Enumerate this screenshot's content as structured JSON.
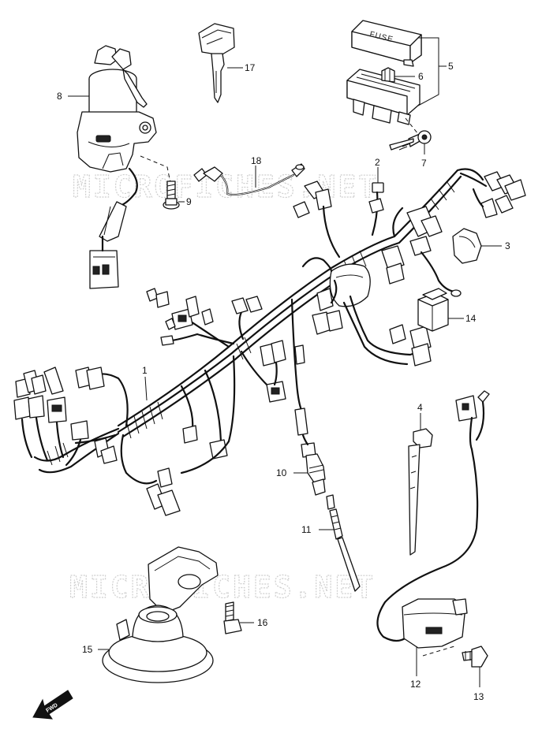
{
  "watermark_text": "MICROFICHES.NET",
  "fuse_text": "FUSE",
  "fwd_text": "FWD",
  "parts": [
    {
      "id": "ref-1",
      "label": "1"
    },
    {
      "id": "ref-2",
      "label": "2"
    },
    {
      "id": "ref-3",
      "label": "3"
    },
    {
      "id": "ref-4",
      "label": "4"
    },
    {
      "id": "ref-5",
      "label": "5"
    },
    {
      "id": "ref-6",
      "label": "6"
    },
    {
      "id": "ref-7",
      "label": "7"
    },
    {
      "id": "ref-8",
      "label": "8"
    },
    {
      "id": "ref-9",
      "label": "9"
    },
    {
      "id": "ref-10",
      "label": "10"
    },
    {
      "id": "ref-11",
      "label": "11"
    },
    {
      "id": "ref-12",
      "label": "12"
    },
    {
      "id": "ref-13",
      "label": "13"
    },
    {
      "id": "ref-14",
      "label": "14"
    },
    {
      "id": "ref-15",
      "label": "15"
    },
    {
      "id": "ref-16",
      "label": "16"
    },
    {
      "id": "ref-17",
      "label": "17"
    },
    {
      "id": "ref-18",
      "label": "18"
    }
  ]
}
